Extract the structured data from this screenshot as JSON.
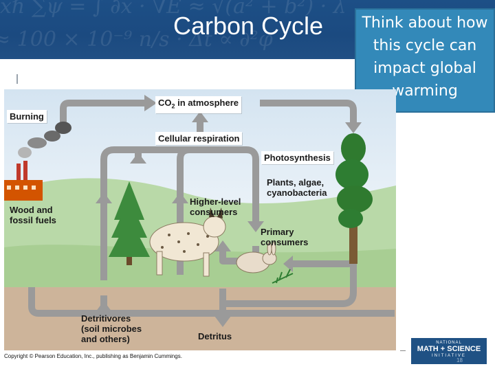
{
  "slide": {
    "title": "Carbon Cycle",
    "callout": [
      "Think about how",
      "this cycle can",
      "impact global",
      "warming"
    ],
    "copyright": "Copyright © Pearson Education, Inc., publishing as Benjamin Cummings.",
    "logo": {
      "line1": "NATIONAL",
      "line2": "MATH + SCIENCE",
      "line3": "INITIATIVE"
    },
    "page_number": "18",
    "colors": {
      "header": "#1d4f86",
      "callout": "#3389b9",
      "arrow": "#9a9a9a",
      "sky": "#e4eef6",
      "grass": "#b9d9a8",
      "soil": "#cdb49a"
    }
  },
  "diagram": {
    "labels": {
      "co2": "CO",
      "co2_sub": "2",
      "co2_rest": " in atmosphere",
      "burning": "Burning",
      "cellular": "Cellular respiration",
      "photosynthesis": "Photosynthesis",
      "plants_1": "Plants, algae,",
      "plants_2": "cyanobacteria",
      "higher_1": "Higher-level",
      "higher_2": "consumers",
      "primary_1": "Primary",
      "primary_2": "consumers",
      "wood_1": "Wood and",
      "wood_2": "fossil fuels",
      "detritivores_1": "Detritivores",
      "detritivores_2": "(soil microbes",
      "detritivores_3": "and others)",
      "detritus": "Detritus"
    }
  }
}
